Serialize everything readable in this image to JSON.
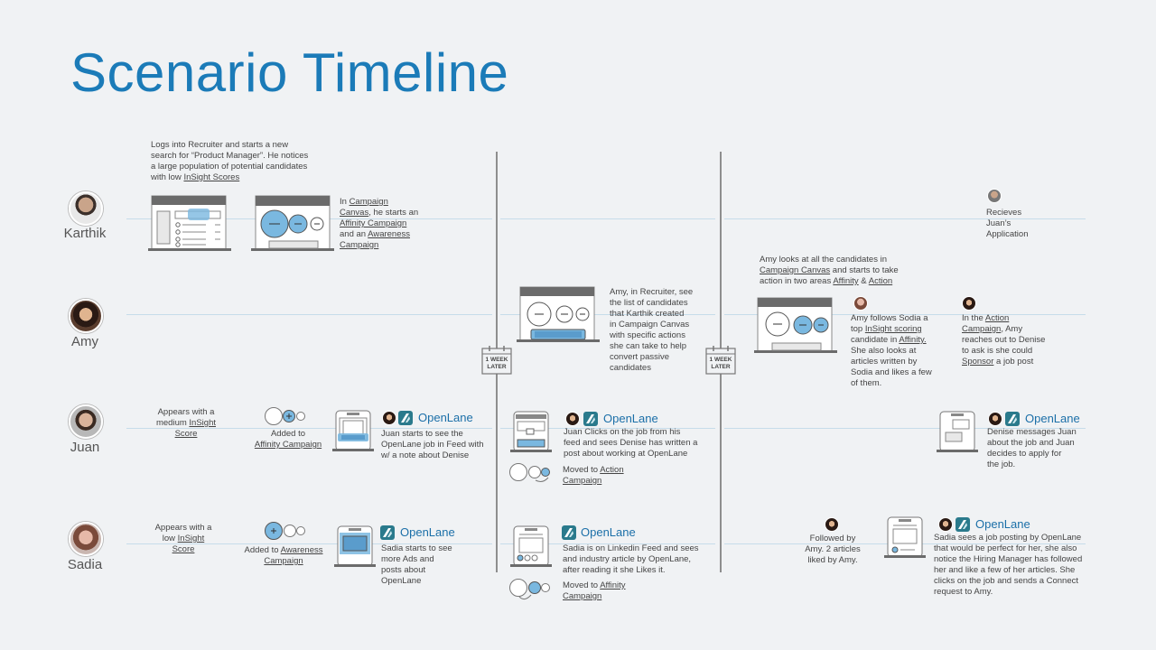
{
  "title": "Scenario Timeline",
  "people": {
    "karthik": "Karthik",
    "amy": "Amy",
    "juan": "Juan",
    "sadia": "Sadia"
  },
  "brand": "OpenLane",
  "week_label_1": "1 WEEK",
  "week_label_2": "LATER",
  "karthik": {
    "n1_a": "Logs into Recruiter and starts a new",
    "n1_b": "search for “Product Manager”. He notices",
    "n1_c": "a large population of potential candidates",
    "n1_d": "with low ",
    "n1_link": "InSight Scores",
    "n2_a": "In ",
    "n2_link1": "Campaign",
    "n2_link2": "Canvas",
    "n2_b": ", he starts an",
    "n2_link3": "Affinity Campaign",
    "n2_c": "and an ",
    "n2_link4": "Awareness",
    "n2_link5": "Campaign",
    "n3_a": "Recieves",
    "n3_b": "Juan’s",
    "n3_c": "Application"
  },
  "amy": {
    "n1_a": "Amy, in Recruiter, see",
    "n1_b": "the list of candidates",
    "n1_c": "that Karthik created",
    "n1_d": "in Campaign Canvas",
    "n1_e": "with specific actions",
    "n1_f": "she can take to help",
    "n1_g": "convert passive",
    "n1_h": "candidates",
    "n2_a": "Amy looks at all the candidates in",
    "n2_link1": "Campaign Canvas",
    "n2_b": " and starts to take",
    "n2_c": "action in two areas ",
    "n2_link2": "Affinity",
    "n2_d": " & ",
    "n2_link3": "Action",
    "n3_a": "Amy follows Sodia a",
    "n3_b": "top ",
    "n3_link1": "InSight scoring",
    "n3_c": "candidate in ",
    "n3_link2": "Affinity.",
    "n3_d": "She also looks at",
    "n3_e": "articles written by",
    "n3_f": "Sodia and likes a few",
    "n3_g": "of them.",
    "n4_a": "In the ",
    "n4_link1": "Action",
    "n4_link2": "Campaign",
    "n4_b": ", Amy",
    "n4_c": "reaches out to Denise",
    "n4_d": "to ask is she could",
    "n4_link3": "Sponsor",
    "n4_e": " a job post"
  },
  "juan": {
    "n1_a": "Appears with a",
    "n1_b": "medium ",
    "n1_link1": "InSight",
    "n1_link2": "Score",
    "n2_a": "Added to",
    "n2_link": "Affinity Campaign",
    "n3_a": "Juan starts to see the",
    "n3_b": "OpenLane job in Feed with",
    "n3_c": "w/ a note about Denise",
    "n4_a": "Juan Clicks on the job from his",
    "n4_b": "feed and sees Denise has written a",
    "n4_c": "post about working at OpenLane",
    "n5_a": "Moved to ",
    "n5_link1": "Action",
    "n5_link2": "Campaign",
    "n6_a": "Denise messages Juan",
    "n6_b": "about the job and Juan",
    "n6_c": "decides to apply for",
    "n6_d": "the job."
  },
  "sadia": {
    "n1_a": "Appears with a",
    "n1_b": "low ",
    "n1_link1": "InSight",
    "n1_link2": "Score",
    "n2_a": "Added to ",
    "n2_link1": "Awareness",
    "n2_link2": "Campaign",
    "n3_a": "Sadia starts to see",
    "n3_b": "more Ads and",
    "n3_c": "posts about",
    "n3_d": "OpenLane",
    "n4_a": "Sadia is on Linkedin Feed and sees",
    "n4_b": "and industry article by OpenLane,",
    "n4_c": "after reading it she Likes it.",
    "n5_a": "Moved to ",
    "n5_link1": "Affinity",
    "n5_link2": "Campaign",
    "n6_a": "Followed by",
    "n6_b": "Amy. 2 articles",
    "n6_c": "liked by Amy.",
    "n7_a": "Sadia sees a job posting by OpenLane",
    "n7_b": "that would be perfect for her, she also",
    "n7_c": "notice the Hiring Manager has followed",
    "n7_d": "her and like a few of her articles. She",
    "n7_e": "clicks on the job and sends a Connect",
    "n7_f": "request to Amy."
  },
  "colors": {
    "accent": "#1b7bb8",
    "circle": "#7ab8e0",
    "lane": "#c6dcea",
    "divider": "#8e8e8e"
  }
}
